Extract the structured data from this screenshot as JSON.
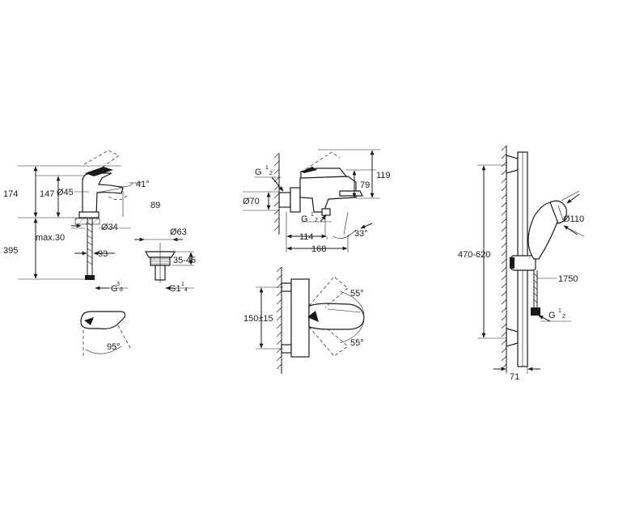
{
  "basin_mixer": {
    "h_total": "174",
    "h_body": "147",
    "diameter_spout": "Ø45",
    "angle_lever": "41°",
    "reach": "89",
    "diameter_base": "Ø34",
    "h_below": "395",
    "max_worktop": "max.30",
    "spout_offset": "93",
    "thread_g": "G",
    "thread_num": "3",
    "thread_den": "8"
  },
  "waste": {
    "diameter": "Ø63",
    "range": "35-45",
    "thread_g": "G1",
    "thread_num": "1",
    "thread_den": "4"
  },
  "lever_top": {
    "angle": "95°"
  },
  "bath_mixer": {
    "thread_g": "G",
    "thread_num": "1",
    "thread_den": "2",
    "h_total": "119",
    "h_body": "79",
    "diameter": "Ø70",
    "thread2_g": "G",
    "thread2_num": "1",
    "thread2_den": "2",
    "angle_spout": "33°",
    "dist_short": "114",
    "dist_long": "168"
  },
  "bath_front": {
    "centers": "150±15",
    "angle_top": "55°",
    "angle_bottom": "55°"
  },
  "shower_rail": {
    "height_range": "470-620",
    "diameter_head": "Ø110",
    "hose_length": "1750",
    "thread_g": "G",
    "thread_num": "1",
    "thread_den": "2",
    "projection": "71"
  }
}
